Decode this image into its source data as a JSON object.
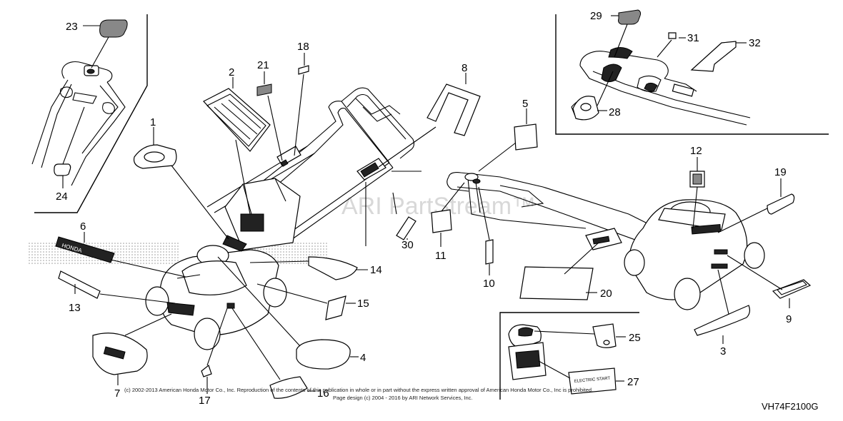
{
  "diagram": {
    "watermark": "ARI PartStream™",
    "copyright": "(c) 2002-2013 American Honda Motor Co., Inc. Reproduction of the contents of this publication in whole or in part without the express written approval of American Honda Motor Co., Inc is prohibited.",
    "page_design": "Page design (c) 2004 - 2016 by ARI Network Services, Inc.",
    "diagram_code": "VH74F2100G",
    "callouts": [
      "1",
      "2",
      "3",
      "4",
      "5",
      "6",
      "7",
      "8",
      "9",
      "10",
      "11",
      "12",
      "13",
      "14",
      "15",
      "16",
      "17",
      "18",
      "19",
      "20",
      "21",
      "23",
      "24",
      "25",
      "27",
      "28",
      "29",
      "30",
      "31",
      "32"
    ],
    "label_texts": {
      "honda_stripe": "HONDA",
      "electric_start": "ELECTRIC START"
    }
  }
}
